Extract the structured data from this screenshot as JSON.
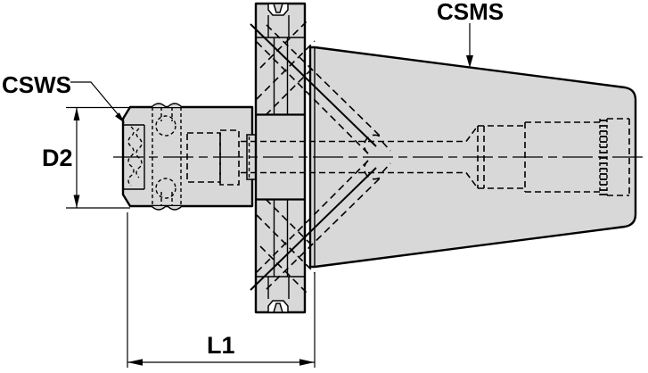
{
  "diagram": {
    "type": "technical-drawing",
    "labels": {
      "csms": "CSMS",
      "csws": "CSWS",
      "d2": "D2",
      "l1": "L1"
    },
    "colors": {
      "part_fill": "#d8d8d8",
      "line": "#000000",
      "background": "#ffffff"
    }
  }
}
